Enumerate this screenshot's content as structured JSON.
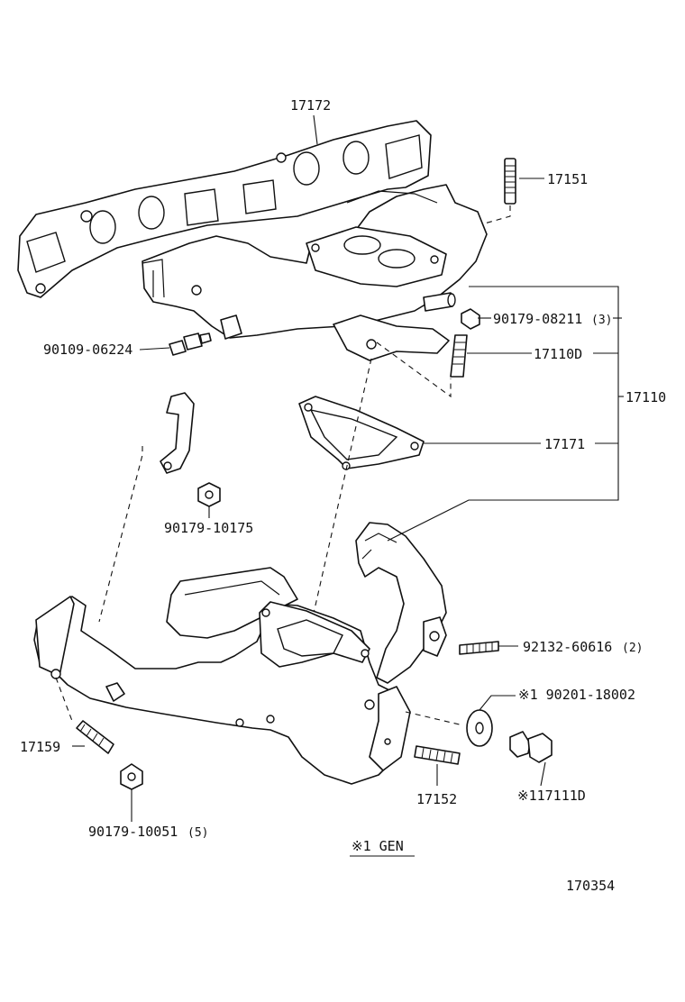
{
  "diagram": {
    "labels": {
      "p17172": "17172",
      "p17151": "17151",
      "p90179_08211": "90179-08211",
      "p90179_08211_qty": "(3)",
      "p90109_06224": "90109-06224",
      "p17110D": "17110D",
      "p17110": "17110",
      "p17171": "17171",
      "p90179_10175": "90179-10175",
      "p92132_60616": "92132-60616",
      "p92132_60616_qty": "(2)",
      "p90201_18002": "※1 90201-18002",
      "p17159": "17159",
      "p17152": "17152",
      "p17111D": "※117111D",
      "p90179_10051": "90179-10051",
      "p90179_10051_qty": "(5)"
    },
    "footnote": "※1 GEN",
    "figure_number": "170354"
  }
}
